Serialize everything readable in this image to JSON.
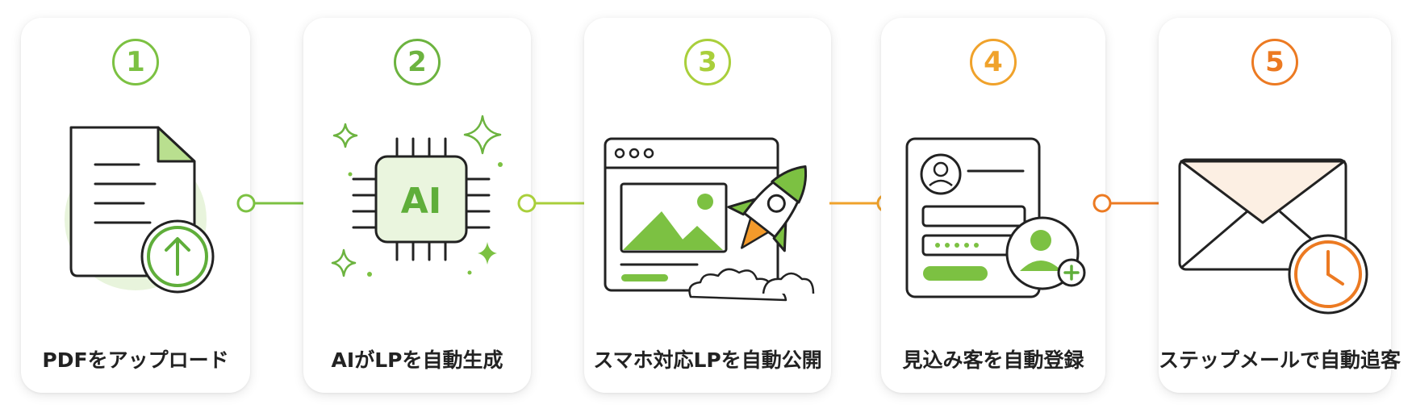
{
  "colors": {
    "step1": "#7cc142",
    "step2": "#6cb33f",
    "step3": "#a9cf3b",
    "step4": "#f0a22b",
    "step5": "#ec7a22",
    "ink": "#222222",
    "green": "#7cc142",
    "lightgreen": "#e6f3d9"
  },
  "steps": [
    {
      "number": "1",
      "label": "PDFをアップロード",
      "icon": "pdf-upload-icon"
    },
    {
      "number": "2",
      "label": "AIがLPを自動生成",
      "icon": "ai-chip-icon",
      "chip_text": "AI"
    },
    {
      "number": "3",
      "label": "スマホ対応LPを自動公開",
      "icon": "rocket-webpage-icon"
    },
    {
      "number": "4",
      "label": "見込み客を自動登録",
      "icon": "lead-form-icon"
    },
    {
      "number": "5",
      "label": "ステップメールで自動追客",
      "icon": "envelope-clock-icon"
    }
  ]
}
